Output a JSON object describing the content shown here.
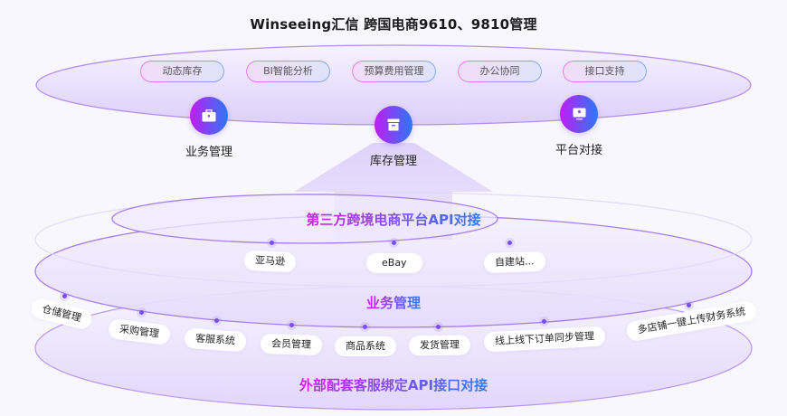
{
  "title": "Winseeing汇信   跨国电商9610、9810管理",
  "top_layer": {
    "features": [
      "动态库存",
      "BI智能分析",
      "预算费用管理",
      "办公协同",
      "接口支持"
    ],
    "modules": [
      {
        "label": "业务管理",
        "icon": "briefcase-icon"
      },
      {
        "label": "库存管理",
        "icon": "archive-box-icon"
      },
      {
        "label": "平台对接",
        "icon": "monitor-icon"
      }
    ]
  },
  "platform_layer": {
    "title": "第三方跨境电商平台API对接",
    "platforms": [
      "亚马逊",
      "eBay",
      "自建站..."
    ]
  },
  "business_layer": {
    "title": "业务管理",
    "items": [
      "仓储管理",
      "采购管理",
      "客服系统",
      "会员管理",
      "商品系统",
      "发货管理",
      "线上线下订单同步管理",
      "多店铺一键上传财务系统"
    ]
  },
  "external_layer": {
    "title": "外部配套客服绑定API接口对接"
  },
  "colors": {
    "gradient_start": "#d21ff0",
    "gradient_end": "#2f7cf6",
    "ring_stroke": "#a57cf2",
    "dot": "#7a4cf3"
  }
}
